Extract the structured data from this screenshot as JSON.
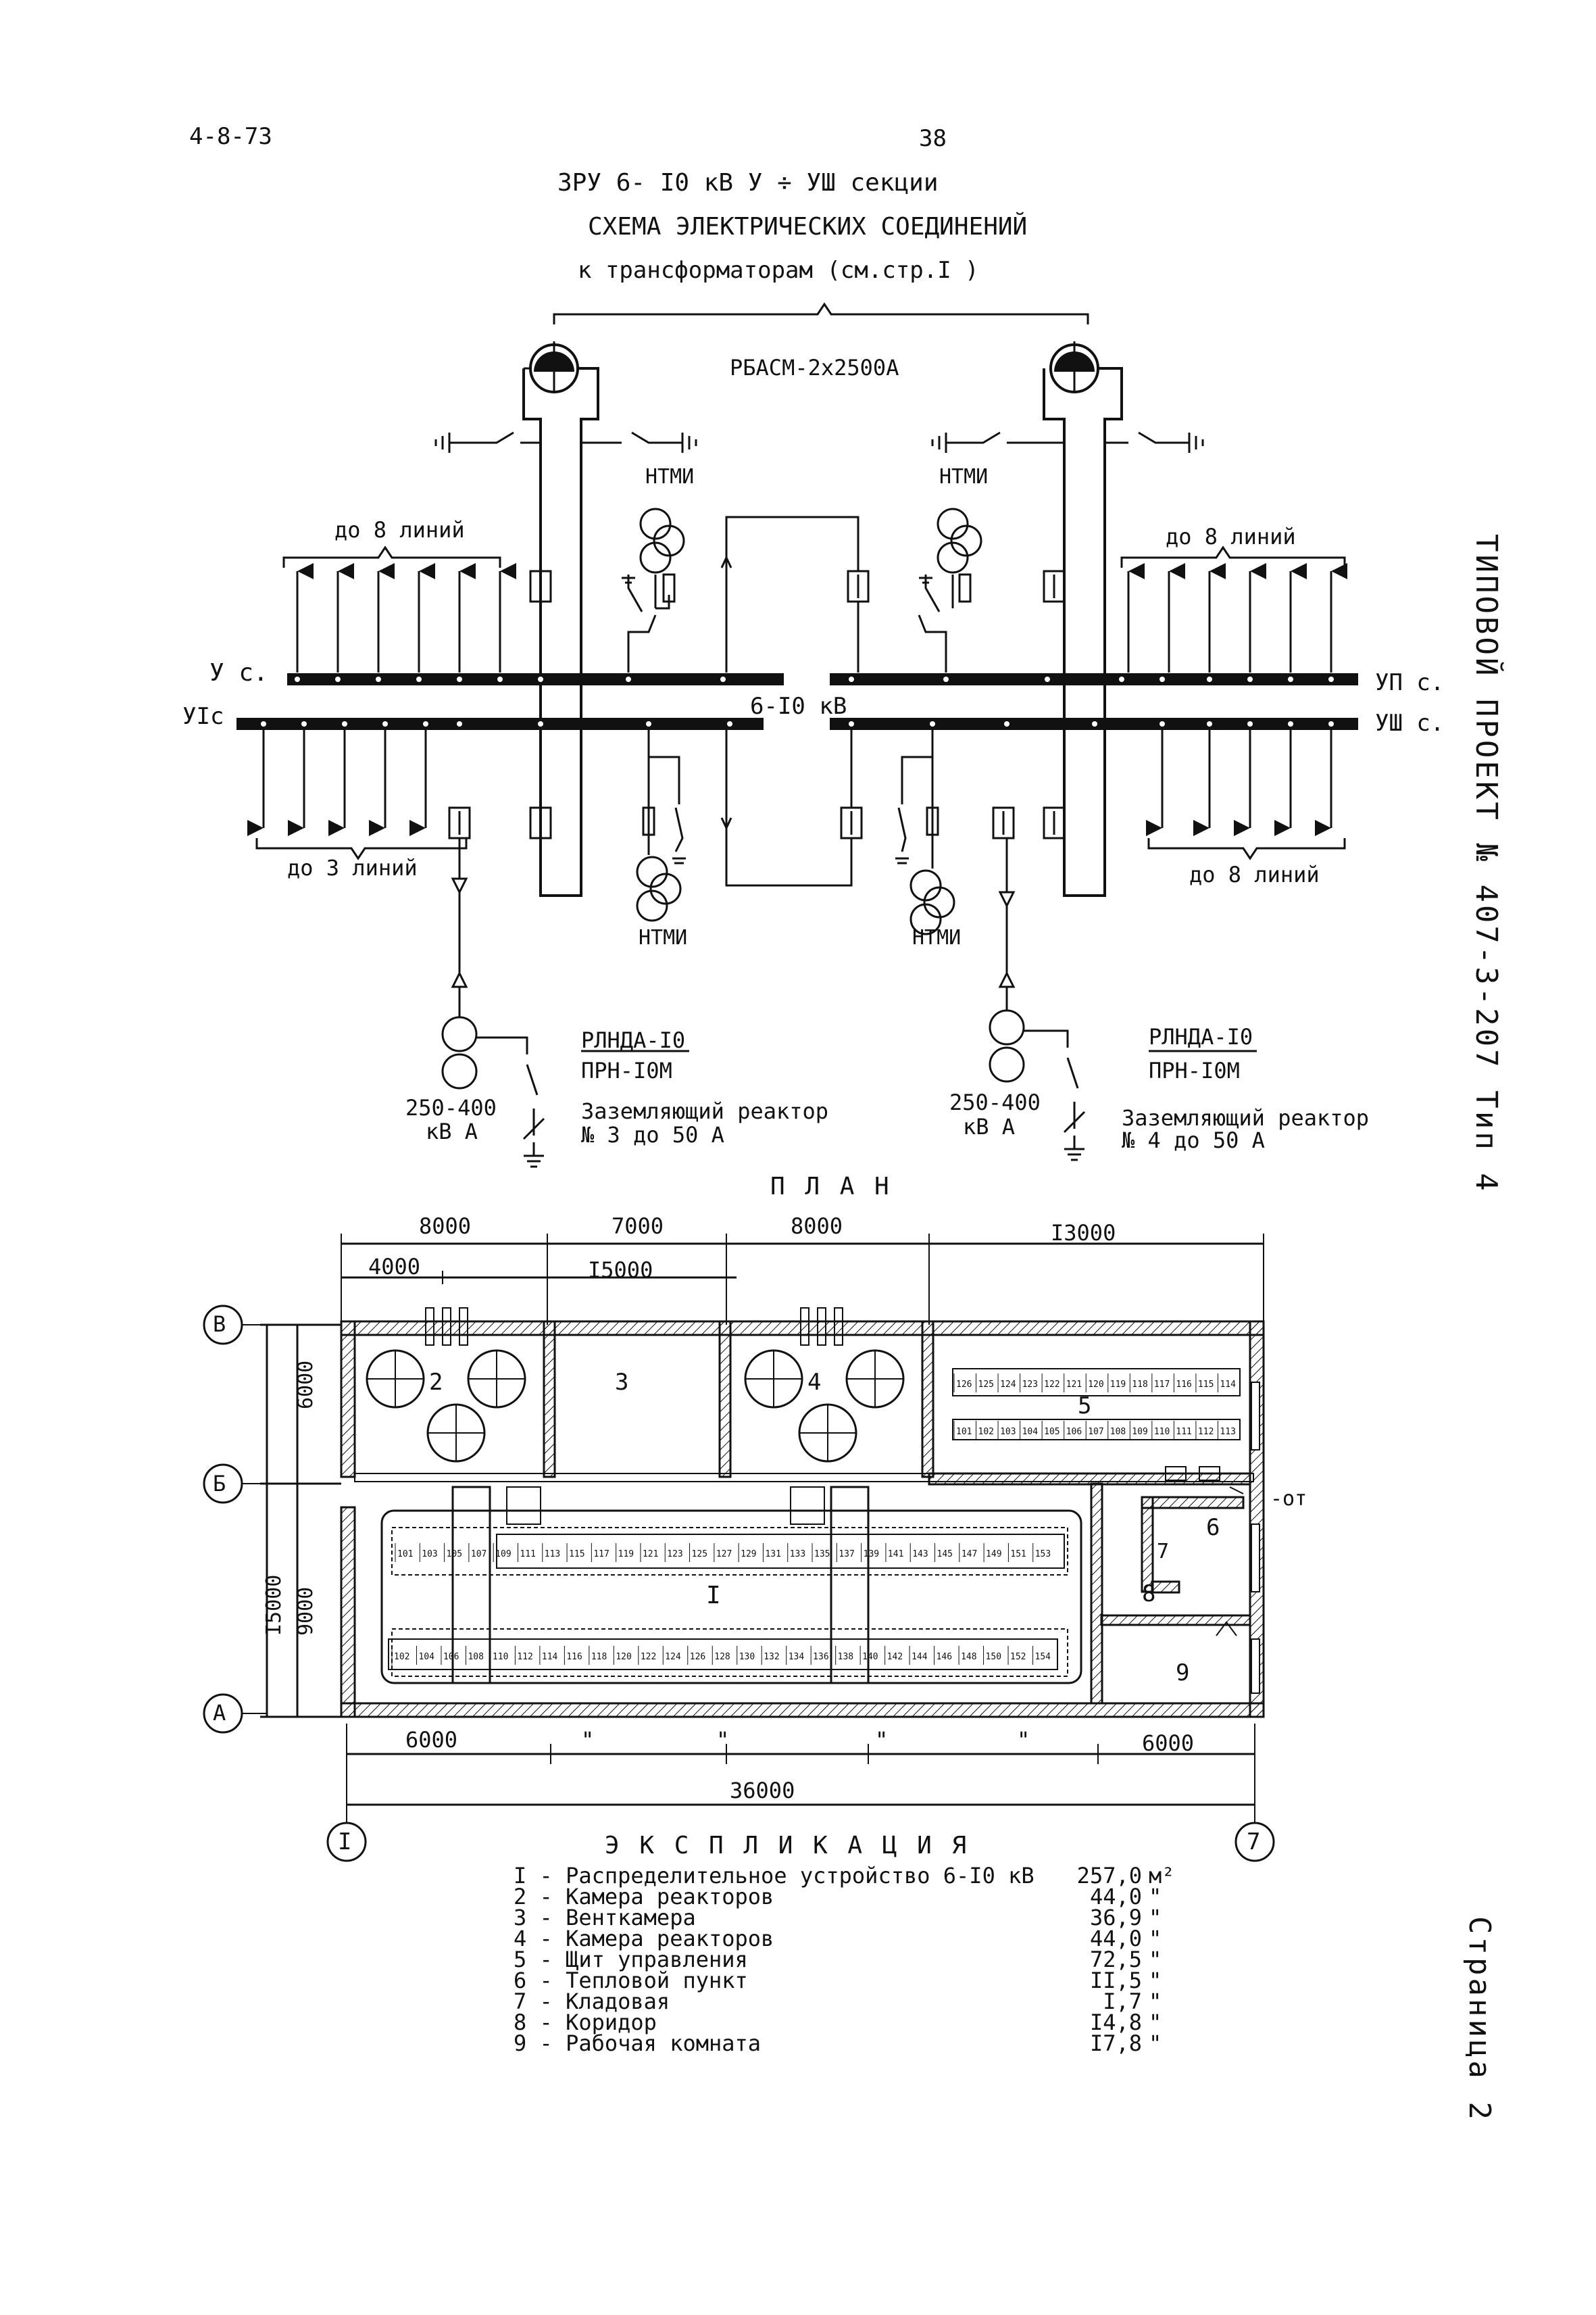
{
  "header": {
    "doc_code": "4-8-73",
    "page_number": "38",
    "title_line1": "ЗРУ 6- I0 кВ   У ÷ УШ секции",
    "title_line2": "СХЕМА ЭЛЕКТРИЧЕСКИХ СОЕДИНЕНИЙ",
    "title_line3": "к трансформаторам (см.стр.I  )"
  },
  "schematic": {
    "busduct_label": "РБАСМ-2х2500А",
    "vt_label": "НТМИ",
    "lines_label": "до 8 линий",
    "lines_label_alt": "до 3 линий",
    "section_5": "У с.",
    "section_6": "УIс",
    "section_7": "УП с.",
    "section_8": "УШ с.",
    "bus_voltage": "6-I0 кВ",
    "left_device_top": "РЛНДА-I0",
    "left_device_bottom": "ПРН-I0М",
    "right_device_top": "РЛНДА-I0",
    "right_device_bottom": "ПРН-I0М",
    "left_transformer": "250-400",
    "transformer_unit": "кВ А",
    "right_transformer": "250-400",
    "left_reactor_line1": "Заземляющий реактор",
    "left_reactor_line2": "№ 3 до 50 А",
    "right_reactor_line1": "Заземляющий реактор",
    "right_reactor_line2": "№ 4 до 50 А"
  },
  "plan": {
    "title": "П Л А Н",
    "dim_top": [
      "8000",
      "7000",
      "8000",
      "I3000"
    ],
    "dim_top2": [
      "4000",
      "I5000"
    ],
    "dim_left": [
      "6000",
      "9000",
      "I5000"
    ],
    "dim_bottom": [
      "6000",
      "\"",
      "\"",
      "\"",
      "\"",
      "6000"
    ],
    "dim_total": "36000",
    "axis_B": "В",
    "axis_Bb": "Б",
    "axis_A": "А",
    "axis_1": "I",
    "axis_7": "7",
    "room_1": "I",
    "room_2": "2",
    "room_3": "3",
    "room_4": "4",
    "room_5": "5",
    "room_6": "6",
    "room_7": "7",
    "room_8": "8",
    "room_9": "9",
    "from_label": "-от",
    "cells_top_row": [
      "101",
      "103",
      "105",
      "107",
      "109",
      "111",
      "113",
      "115",
      "117",
      "119",
      "121",
      "123",
      "125",
      "127",
      "129",
      "131",
      "133",
      "135",
      "137",
      "139",
      "141",
      "143",
      "145",
      "147",
      "149",
      "151",
      "153"
    ],
    "cells_bottom_row": [
      "102",
      "104",
      "106",
      "108",
      "110",
      "112",
      "114",
      "116",
      "118",
      "120",
      "122",
      "124",
      "126",
      "128",
      "130",
      "132",
      "134",
      "136",
      "138",
      "140",
      "142",
      "144",
      "146",
      "148",
      "150",
      "152",
      "154"
    ],
    "panel_top_row": [
      "126",
      "125",
      "124",
      "123",
      "122",
      "121",
      "120",
      "119",
      "118",
      "117",
      "116",
      "115",
      "114"
    ],
    "panel_bottom_row": [
      "101",
      "102",
      "103",
      "104",
      "105",
      "106",
      "107",
      "108",
      "109",
      "110",
      "111",
      "112",
      "113"
    ]
  },
  "explication": {
    "title": "Э К С П Л И К А Ц И Я",
    "items": [
      {
        "label": "I - Распределительное устройство 6-I0 кВ",
        "value": "257,0",
        "unit": "м²"
      },
      {
        "label": "2 - Камера реакторов",
        "value": "44,0",
        "unit": "\""
      },
      {
        "label": "3 - Венткамера",
        "value": "36,9",
        "unit": "\""
      },
      {
        "label": "4 - Камера реакторов",
        "value": "44,0",
        "unit": "\""
      },
      {
        "label": "5 - Щит управления",
        "value": "72,5",
        "unit": "\""
      },
      {
        "label": "6 - Тепловой пункт",
        "value": "II,5",
        "unit": "\""
      },
      {
        "label": "7 - Кладовая",
        "value": "I,7",
        "unit": "\""
      },
      {
        "label": "8 - Коридор",
        "value": "I4,8",
        "unit": "\""
      },
      {
        "label": "9 - Рабочая комната",
        "value": "I7,8",
        "unit": "\""
      }
    ]
  },
  "sidebar": {
    "project": "ТИПОВОЙ ПРОЕКТ № 407-3-207  Тип 4",
    "page": "Страница 2"
  }
}
